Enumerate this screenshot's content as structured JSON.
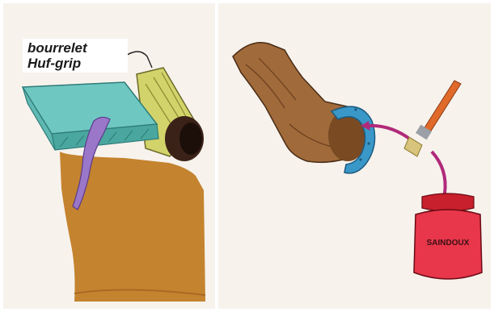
{
  "left_panel": {
    "label_line1": "bourrelet",
    "label_line2": "Huf-grip"
  },
  "right_panel": {
    "jar_label": "SAINDOUX"
  },
  "colors": {
    "pad": "#6fc7c2",
    "pad_side": "#4aa79f",
    "roll": "#d2d36a",
    "roll_end": "#3b2218",
    "strap": "#9a77c8",
    "hoof_ground": "#c4832f",
    "leg": "#a06a3a",
    "horseshoe": "#3a98c8",
    "arrow": "#b02a7a",
    "brush_handle": "#e06a2a",
    "jar": "#e8364a",
    "jar_lid": "#c8202c"
  }
}
